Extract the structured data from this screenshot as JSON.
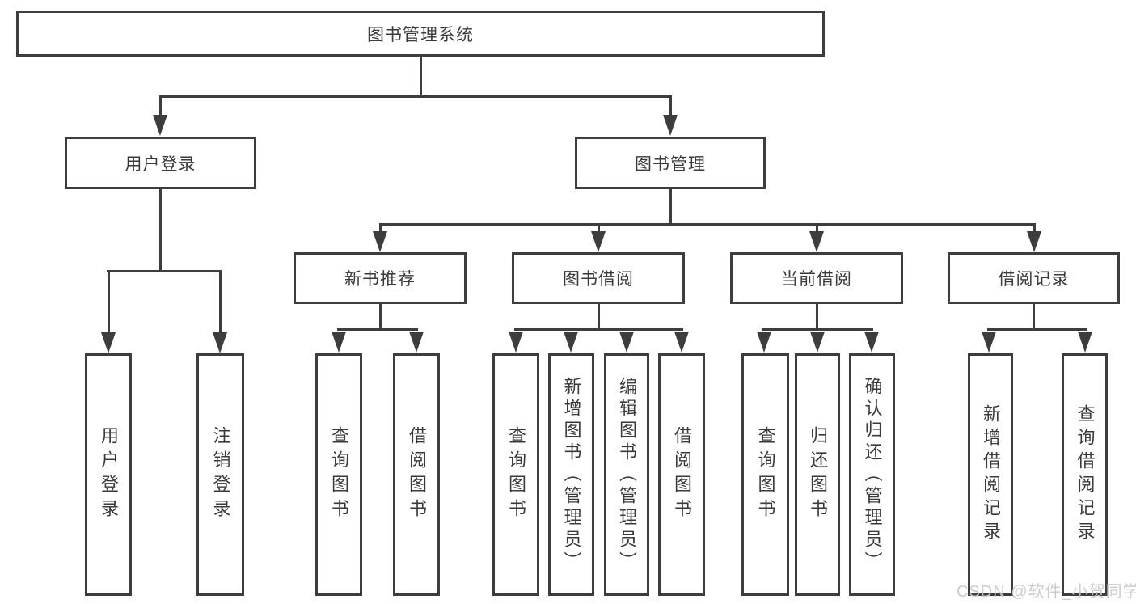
{
  "diagram": {
    "type": "tree",
    "root": {
      "label": "图书管理系统"
    },
    "level1": [
      {
        "label": "用户登录",
        "parent": "图书管理系统"
      },
      {
        "label": "图书管理",
        "parent": "图书管理系统"
      }
    ],
    "level2": [
      {
        "label": "新书推荐",
        "parent": "图书管理"
      },
      {
        "label": "图书借阅",
        "parent": "图书管理"
      },
      {
        "label": "当前借阅",
        "parent": "图书管理"
      },
      {
        "label": "借阅记录",
        "parent": "图书管理"
      }
    ],
    "leaves": [
      {
        "label": "用户登录",
        "parent": "用户登录"
      },
      {
        "label": "注销登录",
        "parent": "用户登录"
      },
      {
        "label": "查询图书",
        "parent": "新书推荐"
      },
      {
        "label": "借阅图书",
        "parent": "新书推荐"
      },
      {
        "label": "查询图书",
        "parent": "图书借阅"
      },
      {
        "label": "新增图书（管理员）",
        "parent": "图书借阅"
      },
      {
        "label": "编辑图书（管理员）",
        "parent": "图书借阅"
      },
      {
        "label": "借阅图书",
        "parent": "图书借阅"
      },
      {
        "label": "查询图书",
        "parent": "当前借阅"
      },
      {
        "label": "归还图书",
        "parent": "当前借阅"
      },
      {
        "label": "确认归还（管理员）",
        "parent": "当前借阅"
      },
      {
        "label": "新增借阅记录",
        "parent": "借阅记录"
      },
      {
        "label": "查询借阅记录",
        "parent": "借阅记录"
      }
    ],
    "watermark": {
      "text": "CSDN @软件_小贺同学"
    },
    "colors": {
      "line": "#3d3d3d",
      "text": "#3a3a3a",
      "watermark": "#c9c9c9",
      "background": "#ffffff"
    }
  }
}
